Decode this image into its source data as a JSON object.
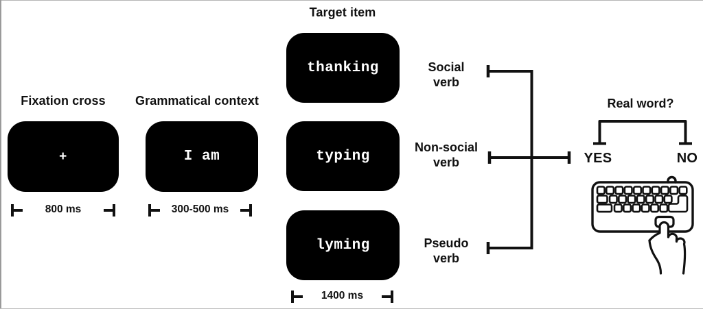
{
  "figure": {
    "stages": {
      "fixation": {
        "label": "Fixation cross",
        "screen_text": "+",
        "duration": "800 ms"
      },
      "context": {
        "label": "Grammatical context",
        "screen_text": "I am",
        "duration": "300-500 ms"
      },
      "target": {
        "label": "Target item",
        "duration": "1400 ms",
        "items": [
          {
            "word": "thanking",
            "category_line1": "Social",
            "category_line2": "verb"
          },
          {
            "word": "typing",
            "category_line1": "Non-social",
            "category_line2": "verb"
          },
          {
            "word": "lyming",
            "category_line1": "Pseudo",
            "category_line2": "verb"
          }
        ]
      }
    },
    "response": {
      "question": "Real word?",
      "yes_label": "YES",
      "no_label": "NO"
    },
    "colors": {
      "screen_bg": "#000000",
      "screen_text": "#ffffff",
      "line": "#111111"
    }
  }
}
